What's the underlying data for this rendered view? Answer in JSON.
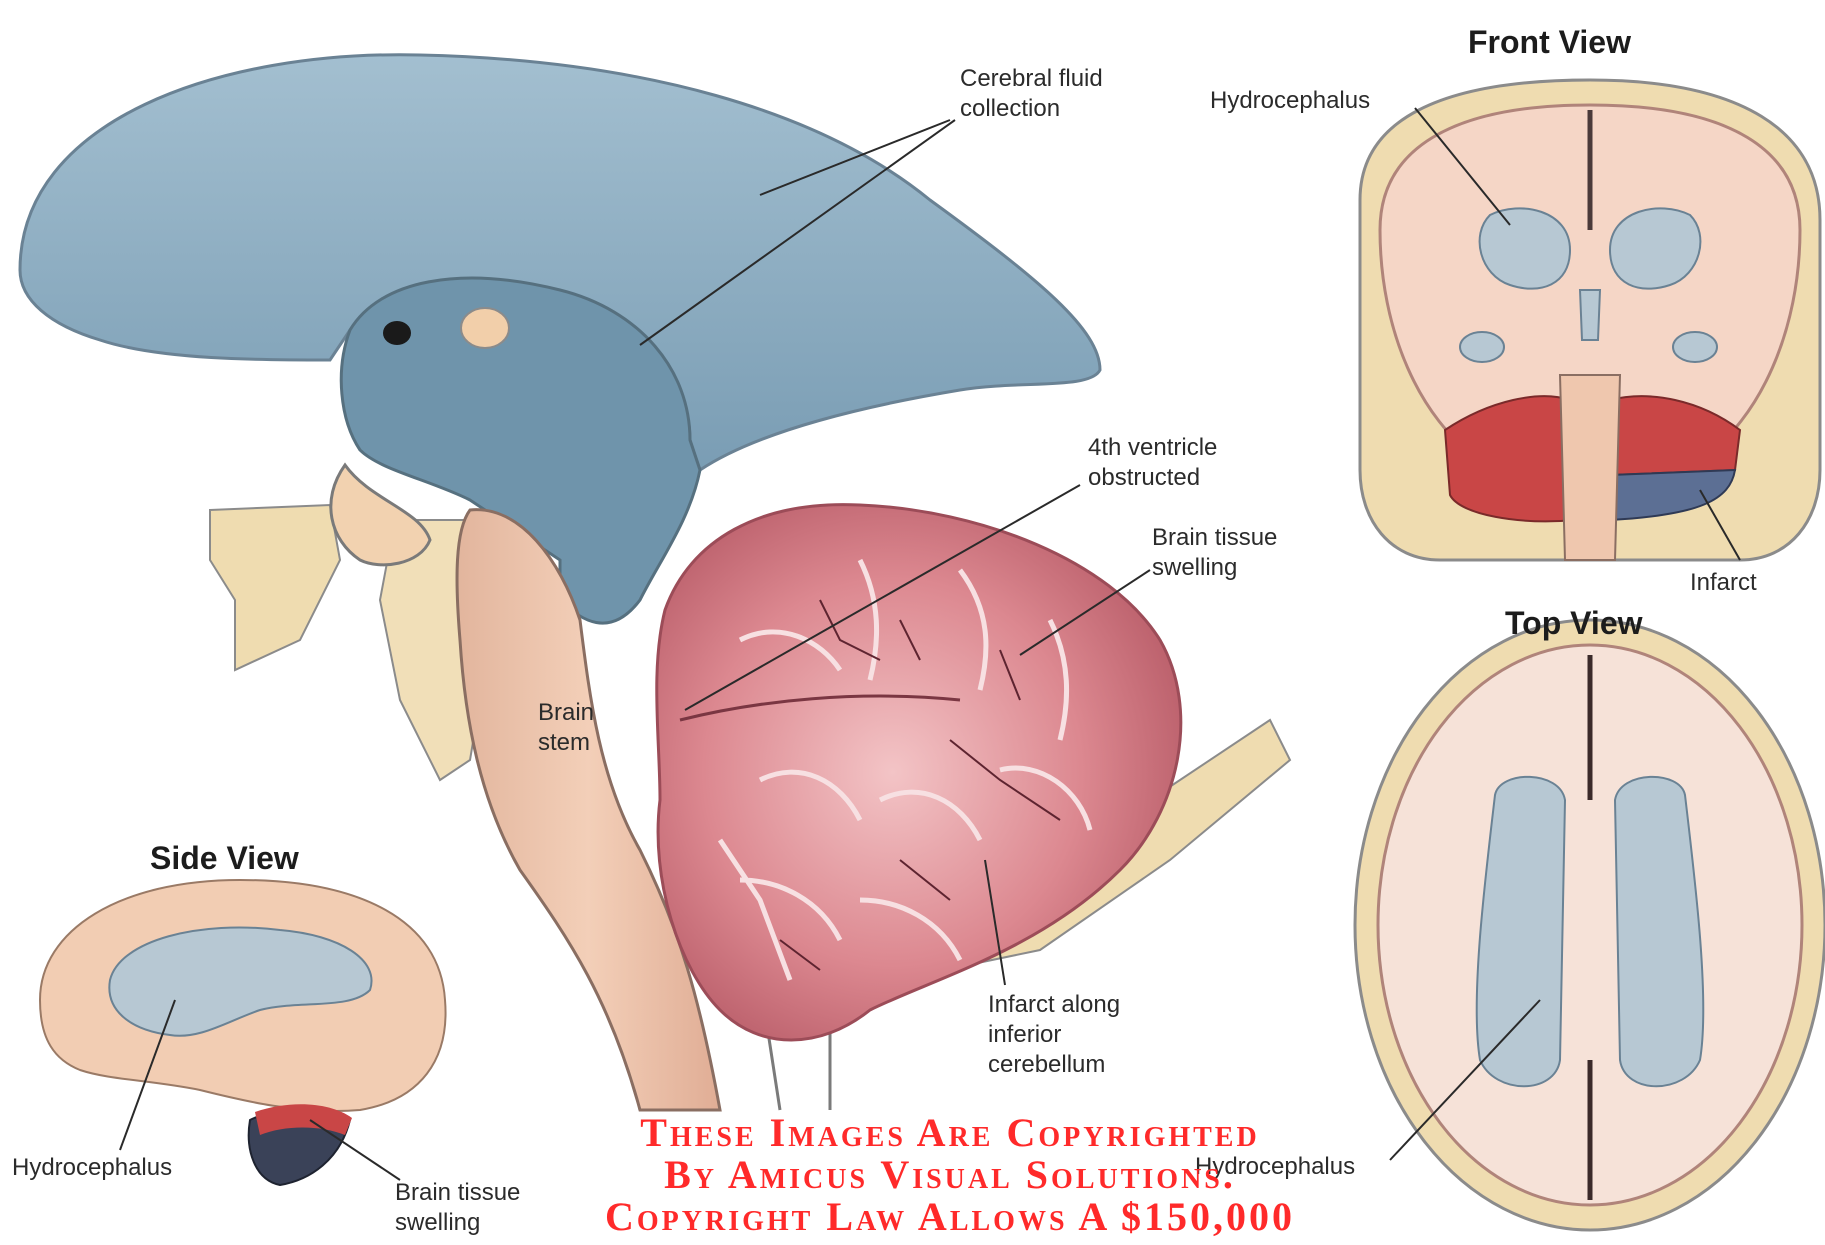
{
  "header": {
    "title": ""
  },
  "labels": {
    "cerebral_fluid": "Cerebral fluid\ncollection",
    "fourth_ventricle": "4th ventricle\nobstructed",
    "brain_tissue_swelling_main": "Brain tissue\nswelling",
    "brain_stem": "Brain\nstem",
    "infarct_inferior": "Infarct along\ninferior\ncerebellum",
    "front_hydrocephalus": "Hydrocephalus",
    "front_infarct": "Infarct",
    "side_hydrocephalus": "Hydrocephalus",
    "side_brain_tissue_swelling": "Brain tissue\nswelling",
    "top_hydrocephalus": "Hydrocephalus"
  },
  "views": {
    "front": "Front View",
    "top": "Top View",
    "side": "Side View"
  },
  "copyright": {
    "line1": "These Images Are Copyrighted",
    "line2": "By Amicus Visual Solutions.",
    "line3": "Copyright Law Allows A $150,000"
  },
  "colors": {
    "fluid": "#8fb0c4",
    "fluid_dark": "#5d86a0",
    "cerebellum": "#d97b86",
    "brain_tissue": "#f2d2c0",
    "bone": "#efdcb0",
    "infarct_red": "#c94646",
    "infarct_blue": "#5c6f94",
    "copyright_red": "#ff2a2a"
  }
}
